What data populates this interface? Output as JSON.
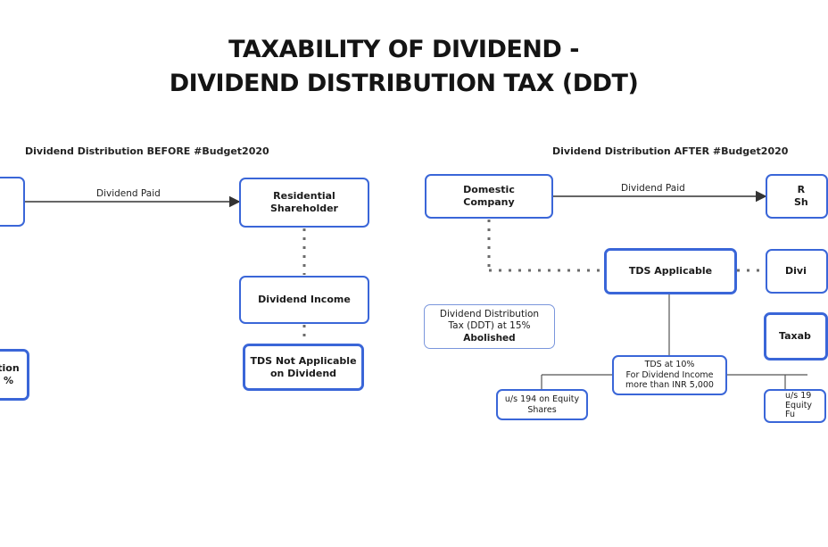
{
  "title": {
    "line1": "TAXABILITY OF DIVIDEND -",
    "line2": "DIVIDEND DISTRIBUTION TAX (DDT)"
  },
  "before": {
    "heading": "Dividend Distribution BEFORE #Budget2020",
    "edge_label": "Dividend Paid",
    "shareholder": "Residential\nShareholder",
    "income": "Dividend Income",
    "tds": "TDS Not Applicable\non Dividend",
    "left_partial_line1": "tion",
    "left_partial_line2": "%"
  },
  "after": {
    "heading": "Dividend Distribution AFTER #Budget2020",
    "edge_label": "Dividend Paid",
    "company": "Domestic\nCompany",
    "shareholder_partial": "R\nSh",
    "tds_applicable": "TDS Applicable",
    "right_partial_divi": "Divi",
    "right_partial_taxab": "Taxab",
    "ddt_note": {
      "line1": "Dividend Distribution",
      "line2": "Tax (DDT) at 15%",
      "line3": "Abolished"
    },
    "tds_rate": "TDS at 10%\nFor Dividend Income\nmore than INR 5,000",
    "section_194": "u/s 194 on Equity\nShares",
    "section_19_partial": "u/s 19\nEquity\nFu"
  },
  "colors": {
    "box_border": "#3a66d8",
    "connector": "#555555",
    "dotted": "#6b6b6b"
  }
}
